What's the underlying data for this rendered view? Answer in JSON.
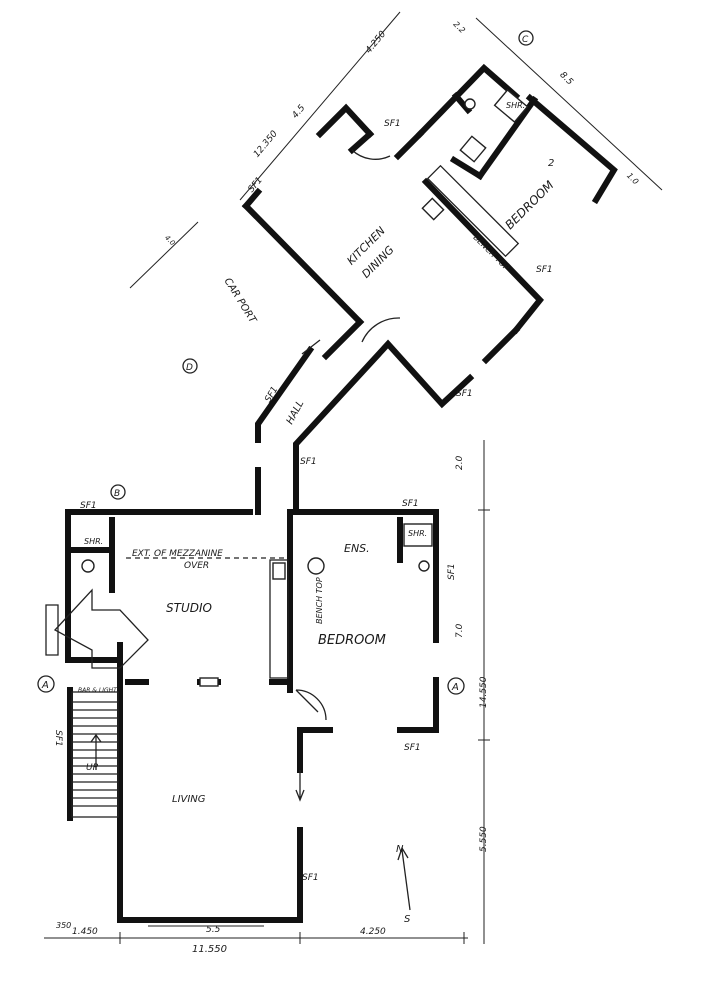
{
  "rooms": {
    "studio": "STUDIO",
    "living": "LIVING",
    "bedroom": "BEDROOM",
    "ensuite": "ENS.",
    "kitchen_line1": "KITCHEN",
    "kitchen_line2": "DINING",
    "bedroom2": "BEDROOM",
    "bedroom2_num": "2",
    "hall": "HALL",
    "car_port": "CAR PORT"
  },
  "annotations": {
    "mezzanine_line1": "EXT. OF MEZZANINE",
    "mezzanine_line2": "OVER",
    "bench_top_1": "BENCH TOP",
    "bench_top_2": "BENCH TOP",
    "shower_1": "SHR.",
    "shower_2": "SHR.",
    "shower_3": "SHR.",
    "stair_up": "UP",
    "stair_note": "BAR & LIGHT",
    "north": "N",
    "south": "S"
  },
  "window_tags": {
    "sf1_a": "SF1",
    "sf1_b": "SF1",
    "sf1_c": "SF1",
    "sf1_d": "SF1",
    "sf1_e": "SF1",
    "sf1_f": "SF1",
    "sf1_g": "SF1",
    "sf1_h": "SF1",
    "sf1_i": "SF1",
    "sf1_j": "SF1",
    "sf1_k": "SF1",
    "sf1_l": "SF1"
  },
  "section_marks": {
    "a_left": "A",
    "a_right": "A",
    "b": "B",
    "c": "C",
    "d": "D"
  },
  "dimensions": {
    "d_350": "350",
    "d_1450": "1.450",
    "d_5_5": "5.5",
    "d_11550": "11.550",
    "d_4250": "4.250",
    "d_5550": "5.550",
    "d_14550": "14.550",
    "d_2_0": "2.0",
    "d_7_0": "7.0",
    "d_12350": "12.350",
    "d_4_5": "4.5",
    "d_4250b": "4.250",
    "d_2_2": "2.2",
    "d_8_5": "8.5",
    "d_1_0": "1.0",
    "d_4_0": "4.0"
  }
}
